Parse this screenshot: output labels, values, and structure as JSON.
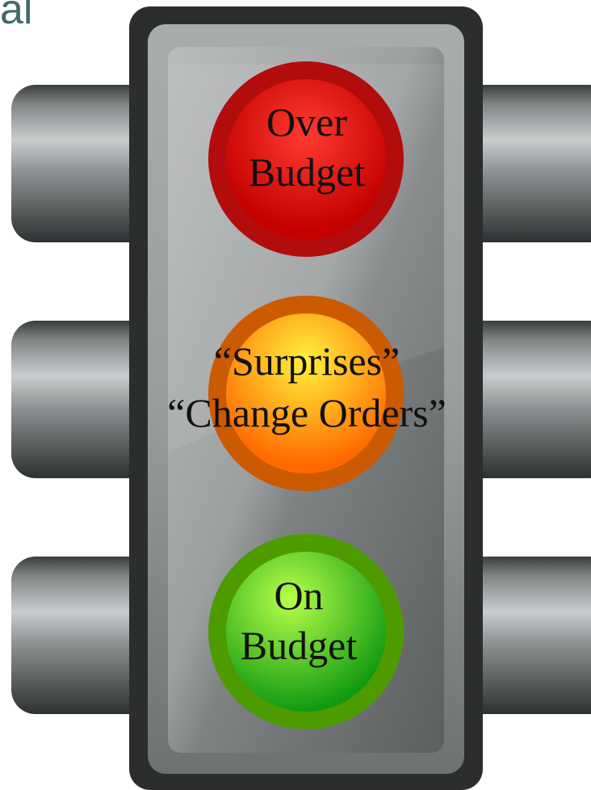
{
  "heading_fragment": "al",
  "lights": [
    {
      "id": "red",
      "label_lines": [
        "Over",
        "Budget"
      ],
      "ring_color": "#b20c0c",
      "fill_inner": "#ff3b30",
      "fill_outer": "#c40000"
    },
    {
      "id": "yellow",
      "label_lines": [
        "“Surprises”",
        "“Change Orders”"
      ],
      "ring_color": "#cc5a00",
      "fill_inner": "#fff23a",
      "fill_outer": "#ff6a00"
    },
    {
      "id": "green",
      "label_lines": [
        "On",
        "Budget"
      ],
      "ring_color": "#4e9b00",
      "fill_inner": "#b7ff4a",
      "fill_outer": "#119a11"
    }
  ],
  "colors": {
    "frame_dark": "#2b2d2e",
    "frame_light": "#d8dadb",
    "panel_gray": "#8a8d8e",
    "visor_dark": "#3e4243",
    "visor_light": "#c0c4c5",
    "heading": "#3f6a68"
  }
}
